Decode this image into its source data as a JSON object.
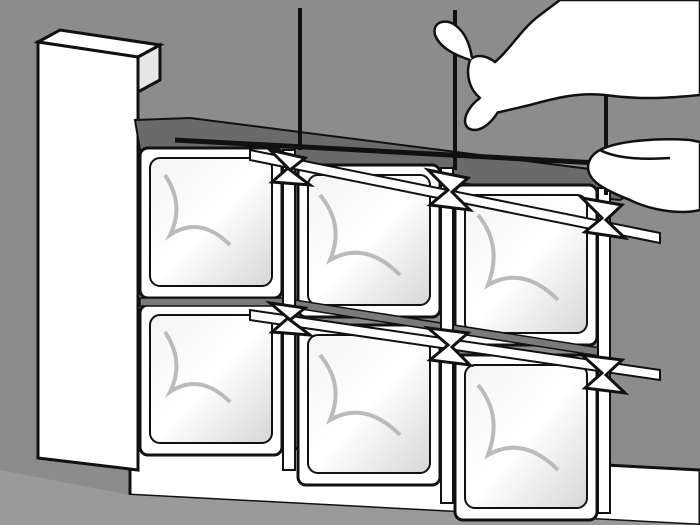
{
  "illustration": {
    "subject": "glass-block-wall-installation",
    "colors": {
      "background": "#8c8c8c",
      "outline": "#111111",
      "white": "#ffffff",
      "glass_shade": "#d0d0d0",
      "mortar": "#7a7a7a"
    },
    "block_grid": {
      "rows": 2,
      "columns": 3
    },
    "spacer_count": 6,
    "rebar_count": 3,
    "icons": [
      "hand-icon",
      "glass-block-icon",
      "plastic-spacer-icon",
      "rebar-rod-icon",
      "end-post-icon"
    ]
  }
}
